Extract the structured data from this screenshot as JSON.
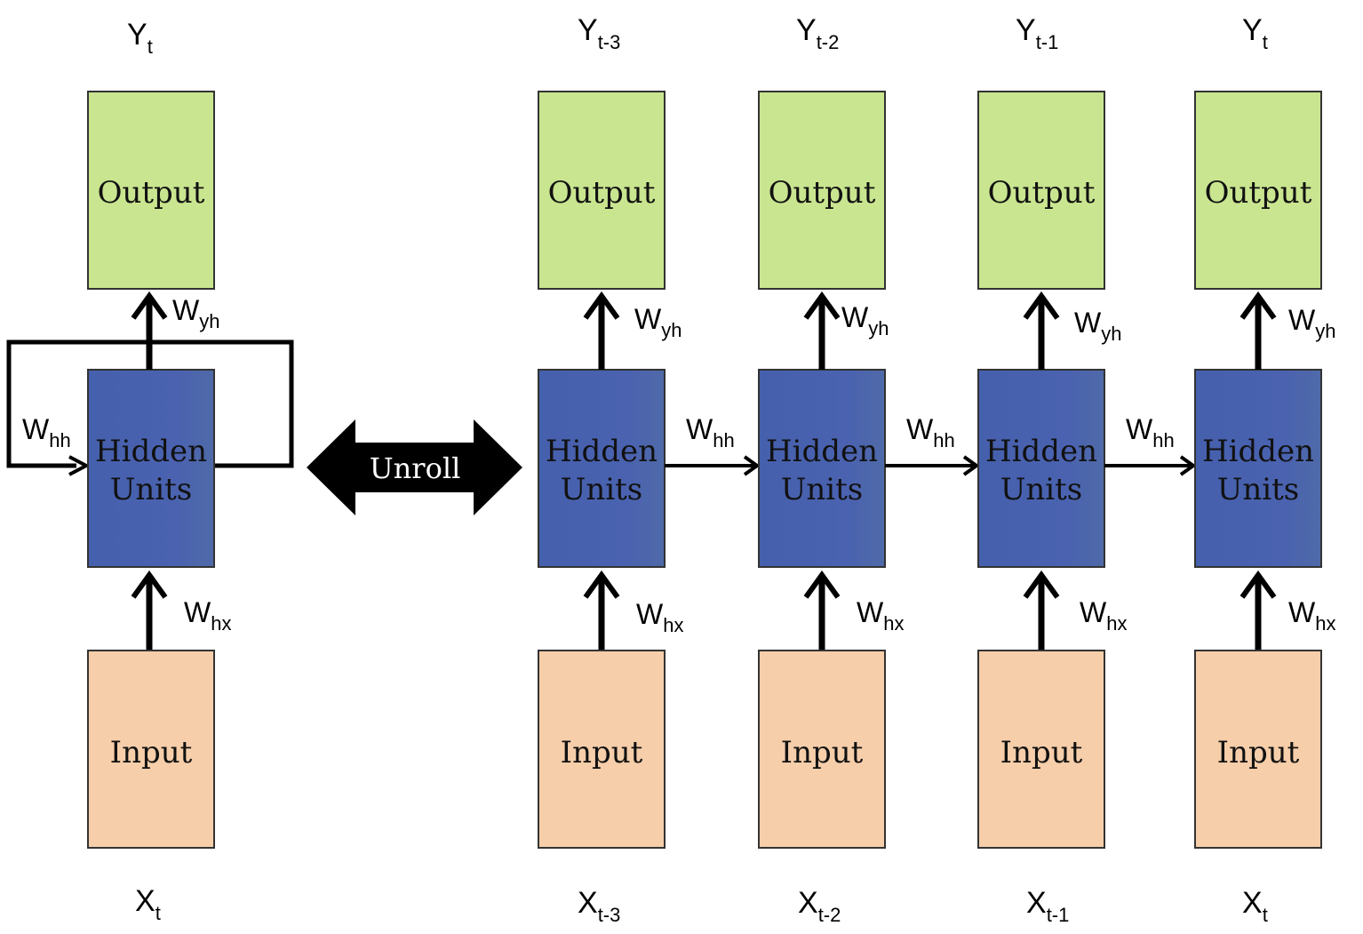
{
  "colors": {
    "output_fill": "#c9e590",
    "hidden_fill": "#4a63b0",
    "input_fill": "#f6ceaa",
    "stroke": "#333333",
    "arrow": "#000000"
  },
  "labels": {
    "output": "Output",
    "hidden_line1": "Hidden",
    "hidden_line2": "Units",
    "input": "Input",
    "unroll": "Unroll"
  },
  "weights": {
    "W": "W",
    "yh": "yh",
    "hh": "hh",
    "hx": "hx"
  },
  "folded": {
    "y_symbol": "Y",
    "y_subscript": "t",
    "x_symbol": "X",
    "x_subscript": "t"
  },
  "unrolled_steps": [
    {
      "y_symbol": "Y",
      "y_subscript": "t-3",
      "x_symbol": "X",
      "x_subscript": "t-3"
    },
    {
      "y_symbol": "Y",
      "y_subscript": "t-2",
      "x_symbol": "X",
      "x_subscript": "t-2"
    },
    {
      "y_symbol": "Y",
      "y_subscript": "t-1",
      "x_symbol": "X",
      "x_subscript": "t-1"
    },
    {
      "y_symbol": "Y",
      "y_subscript": "t",
      "x_symbol": "X",
      "x_subscript": "t"
    }
  ]
}
